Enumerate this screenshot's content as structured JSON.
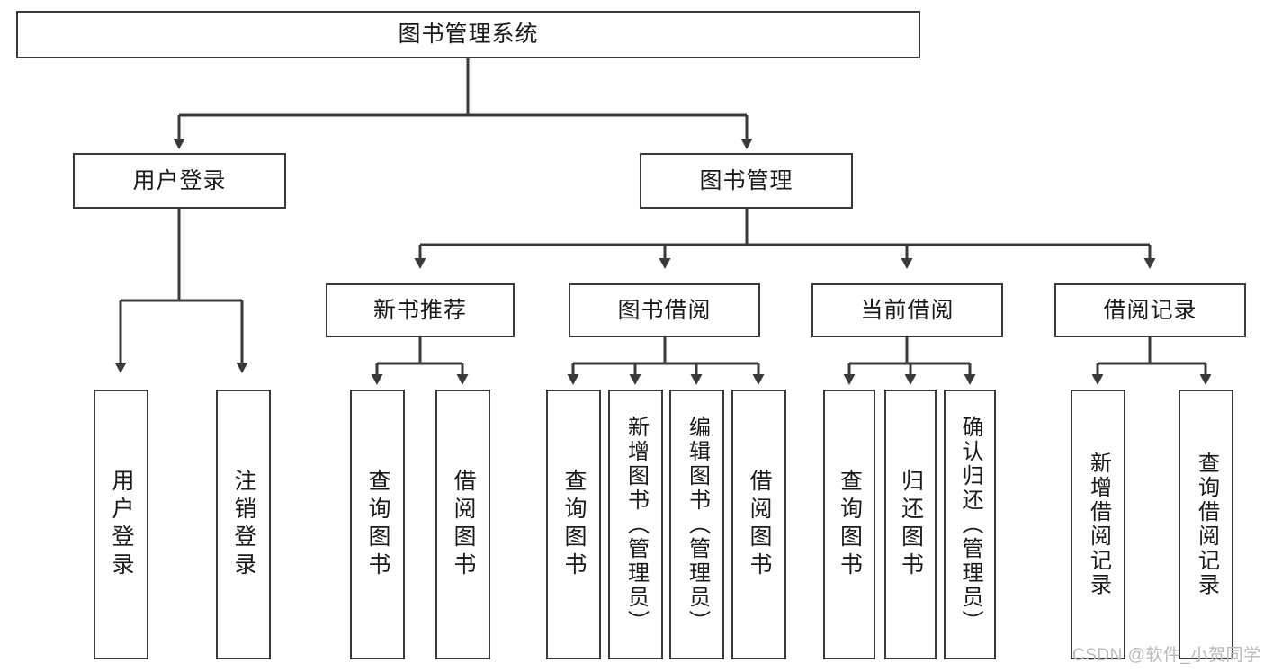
{
  "diagram": {
    "type": "tree",
    "title": "图书管理系统",
    "root": {
      "label": "图书管理系统"
    },
    "level2": [
      {
        "label": "用户登录"
      },
      {
        "label": "图书管理"
      }
    ],
    "level3": [
      {
        "label": "新书推荐"
      },
      {
        "label": "图书借阅"
      },
      {
        "label": "当前借阅"
      },
      {
        "label": "借阅记录"
      }
    ],
    "leaves": {
      "user_login": [
        {
          "label": "用户登录"
        },
        {
          "label": "注销登录"
        }
      ],
      "new_book_recommend": [
        {
          "label": "查询图书"
        },
        {
          "label": "借阅图书"
        }
      ],
      "book_borrow": [
        {
          "label": "查询图书"
        },
        {
          "label": "新增图书（管理员）"
        },
        {
          "label": "编辑图书（管理员）"
        },
        {
          "label": "借阅图书"
        }
      ],
      "current_borrow": [
        {
          "label": "查询图书"
        },
        {
          "label": "归还图书"
        },
        {
          "label": "确认归还（管理员）"
        }
      ],
      "borrow_record": [
        {
          "label": "新增借阅记录"
        },
        {
          "label": "查询借阅记录"
        }
      ]
    }
  },
  "watermark": {
    "text": "CSDN @软件_小贺同学"
  },
  "colors": {
    "stroke": "#3a3a3a",
    "background": "#ffffff",
    "text": "#1a1a1a",
    "watermark": "#b9b9b9"
  }
}
